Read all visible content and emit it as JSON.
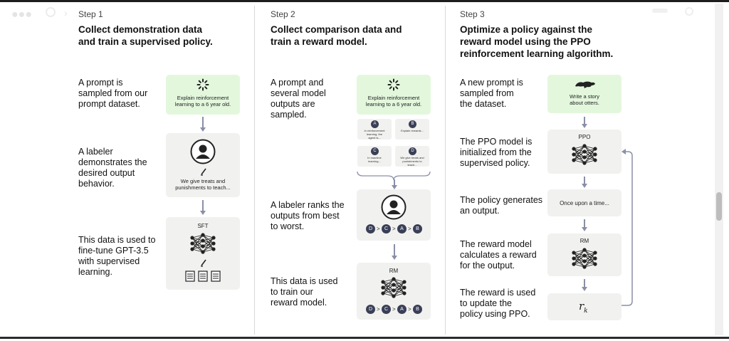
{
  "steps": [
    {
      "label": "Step 1",
      "title": [
        "Collect demonstration data",
        "and train a supervised policy."
      ],
      "descriptions": [
        [
          "A prompt is",
          "sampled from our",
          "prompt dataset."
        ],
        [
          "A labeler",
          "demonstrates the",
          "desired output",
          "behavior."
        ],
        [
          "This data is used to",
          "fine-tune GPT-3.5",
          "with supervised",
          "learning."
        ]
      ],
      "prompt_text": [
        "Explain reinforcement",
        "learning to a 6 year old."
      ],
      "demo_text": [
        "We give treats and",
        "punishments to teach..."
      ],
      "model_label": "SFT"
    },
    {
      "label": "Step 2",
      "title": [
        "Collect comparison data and",
        "train a reward model."
      ],
      "descriptions": [
        [
          "A prompt and",
          "several model",
          "outputs are",
          "sampled."
        ],
        [
          "A labeler ranks the",
          "outputs from best",
          "to worst."
        ],
        [
          "This data is used",
          "to train our",
          "reward model."
        ]
      ],
      "prompt_text": [
        "Explain reinforcement",
        "learning to a 6 year old."
      ],
      "outputs": [
        {
          "badge": "A",
          "text": [
            "In reinforcement",
            "learning, the",
            "agent is..."
          ]
        },
        {
          "badge": "B",
          "text": [
            "Explain rewards..."
          ]
        },
        {
          "badge": "C",
          "text": [
            "In machine",
            "learning..."
          ]
        },
        {
          "badge": "D",
          "text": [
            "We give treats and",
            "punishments to",
            "teach..."
          ]
        }
      ],
      "ranking": [
        "D",
        "C",
        "A",
        "B"
      ],
      "rank_separator": ">",
      "model_label": "RM"
    },
    {
      "label": "Step 3",
      "title": [
        "Optimize a policy against the",
        "reward model using the PPO",
        "reinforcement learning algorithm."
      ],
      "descriptions": [
        [
          "A new prompt is",
          "sampled from",
          "the dataset."
        ],
        [
          "The PPO model is",
          "initialized from the",
          "supervised policy."
        ],
        [
          "The policy generates",
          "an output."
        ],
        [
          "The reward model",
          "calculates a reward",
          "for the output."
        ],
        [
          "The reward is used",
          "to update the",
          "policy using PPO."
        ]
      ],
      "prompt_text": [
        "Write a story",
        "about otters."
      ],
      "policy_label": "PPO",
      "output_text": "Once upon a time...",
      "reward_model_label": "RM",
      "reward_symbol": "r",
      "reward_subscript": "k"
    }
  ],
  "icons": [
    "spinner-icon",
    "labeler-avatar-icon",
    "pencil-icon",
    "neural-network-icon",
    "document-icon",
    "otter-icon"
  ],
  "colors": {
    "prompt_box": "#e3f7dd",
    "node_box": "#f1f1ef",
    "badge": "#3a3f57",
    "arrow": "#8a8fa6"
  }
}
